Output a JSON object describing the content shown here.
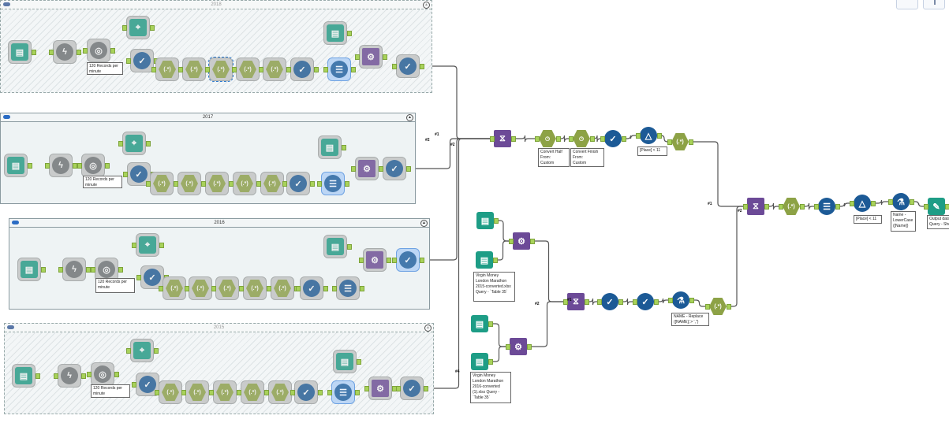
{
  "containers": [
    {
      "id": "c2018",
      "title": "2018",
      "enabled": false
    },
    {
      "id": "c2017",
      "title": "2017",
      "enabled": true
    },
    {
      "id": "c2016",
      "title": "2016",
      "enabled": true
    },
    {
      "id": "c2015",
      "title": "2015",
      "enabled": false
    }
  ],
  "tool_icons": {
    "input": "book-icon",
    "browse": "binoculars-icon",
    "output": "output-icon",
    "formula": "formula-icon",
    "datetime": "clock-icon",
    "select": "select-check-icon",
    "filter": "filter-triangle-icon",
    "lab": "flask-icon",
    "multirow": "multirow-icon",
    "union": "dna-union-icon",
    "join": "gear-join-icon",
    "dynamic": "lightning-icon",
    "sample": "gauge-icon"
  },
  "tools": [
    {
      "id": "a1",
      "type": "input"
    },
    {
      "id": "a2",
      "type": "dynamic"
    },
    {
      "id": "a3",
      "type": "sample",
      "annotation": "120 Records per minute"
    },
    {
      "id": "a4",
      "type": "browse"
    },
    {
      "id": "a5",
      "type": "select"
    },
    {
      "id": "a6",
      "type": "formula"
    },
    {
      "id": "a7",
      "type": "formula"
    },
    {
      "id": "a8",
      "type": "formula"
    },
    {
      "id": "a9",
      "type": "formula"
    },
    {
      "id": "a10",
      "type": "formula"
    },
    {
      "id": "a11",
      "type": "select"
    },
    {
      "id": "a12",
      "type": "multirow"
    },
    {
      "id": "a13",
      "type": "input"
    },
    {
      "id": "a14",
      "type": "join"
    },
    {
      "id": "a15",
      "type": "select"
    },
    {
      "id": "b1",
      "type": "input"
    },
    {
      "id": "b2",
      "type": "dynamic"
    },
    {
      "id": "b3",
      "type": "sample",
      "annotation": "120 Records per minute"
    },
    {
      "id": "b4",
      "type": "browse"
    },
    {
      "id": "b5",
      "type": "select"
    },
    {
      "id": "b6",
      "type": "formula"
    },
    {
      "id": "b7",
      "type": "formula"
    },
    {
      "id": "b8",
      "type": "formula"
    },
    {
      "id": "b9",
      "type": "formula"
    },
    {
      "id": "b10",
      "type": "formula"
    },
    {
      "id": "b11",
      "type": "select"
    },
    {
      "id": "b12",
      "type": "multirow"
    },
    {
      "id": "b13",
      "type": "input"
    },
    {
      "id": "b14",
      "type": "join"
    },
    {
      "id": "b15",
      "type": "select"
    },
    {
      "id": "d1",
      "type": "input"
    },
    {
      "id": "d2",
      "type": "dynamic"
    },
    {
      "id": "d3",
      "type": "sample",
      "annotation": "120 Records per minute"
    },
    {
      "id": "d4",
      "type": "browse"
    },
    {
      "id": "d5",
      "type": "select"
    },
    {
      "id": "d6",
      "type": "formula"
    },
    {
      "id": "d7",
      "type": "formula"
    },
    {
      "id": "d8",
      "type": "formula"
    },
    {
      "id": "d9",
      "type": "formula"
    },
    {
      "id": "d10",
      "type": "formula"
    },
    {
      "id": "d11",
      "type": "select"
    },
    {
      "id": "d12",
      "type": "multirow"
    },
    {
      "id": "d13",
      "type": "input"
    },
    {
      "id": "d14",
      "type": "join"
    },
    {
      "id": "d15",
      "type": "select"
    },
    {
      "id": "e1",
      "type": "input"
    },
    {
      "id": "e2",
      "type": "dynamic"
    },
    {
      "id": "e3",
      "type": "sample",
      "annotation": "120 Records per minute"
    },
    {
      "id": "e4",
      "type": "browse"
    },
    {
      "id": "e5",
      "type": "select"
    },
    {
      "id": "e6",
      "type": "formula"
    },
    {
      "id": "e7",
      "type": "formula"
    },
    {
      "id": "e8",
      "type": "formula"
    },
    {
      "id": "e9",
      "type": "formula"
    },
    {
      "id": "e10",
      "type": "formula"
    },
    {
      "id": "e11",
      "type": "select"
    },
    {
      "id": "e12",
      "type": "multirow"
    },
    {
      "id": "e13",
      "type": "input"
    },
    {
      "id": "e14",
      "type": "join"
    },
    {
      "id": "e15",
      "type": "select"
    },
    {
      "id": "m1",
      "type": "union"
    },
    {
      "id": "m2",
      "type": "datetime",
      "annotation": "Convert Half\nFrom:\nCustom"
    },
    {
      "id": "m3",
      "type": "datetime",
      "annotation": "Convert Finish\nFrom:\nCustom"
    },
    {
      "id": "m4",
      "type": "select"
    },
    {
      "id": "m5",
      "type": "filter",
      "annotation": "[Place] < 11"
    },
    {
      "id": "m6",
      "type": "formula"
    },
    {
      "id": "n1",
      "type": "union"
    },
    {
      "id": "n2",
      "type": "formula"
    },
    {
      "id": "n3",
      "type": "multirow"
    },
    {
      "id": "n4",
      "type": "filter",
      "annotation": "[Place] < 11"
    },
    {
      "id": "n5",
      "type": "lab",
      "annotation": "Name - LowerCase ([Name])"
    },
    {
      "id": "n6",
      "type": "output",
      "annotation": "Output data\nQuery - She"
    },
    {
      "id": "p1",
      "type": "input"
    },
    {
      "id": "p2",
      "type": "join"
    },
    {
      "id": "p3",
      "type": "input",
      "annotation": "Virgin Money London Marathon 2015-converted.xlsx Query - `Table 35`"
    },
    {
      "id": "p4",
      "type": "union"
    },
    {
      "id": "p5",
      "type": "select"
    },
    {
      "id": "p6",
      "type": "select"
    },
    {
      "id": "p7",
      "type": "lab",
      "annotation": "NAME - Replace ([NAME],'> ','')"
    },
    {
      "id": "p8",
      "type": "formula"
    },
    {
      "id": "q1",
      "type": "input"
    },
    {
      "id": "q2",
      "type": "join"
    },
    {
      "id": "q3",
      "type": "input",
      "annotation": "Virgin Money London Marathon 2016-converted (1).xlsx Query - `Table 35`"
    }
  ],
  "connection_labels": [
    "#1",
    "#2",
    "#2",
    "#1",
    "#2",
    "#1",
    "#2",
    "#4"
  ]
}
